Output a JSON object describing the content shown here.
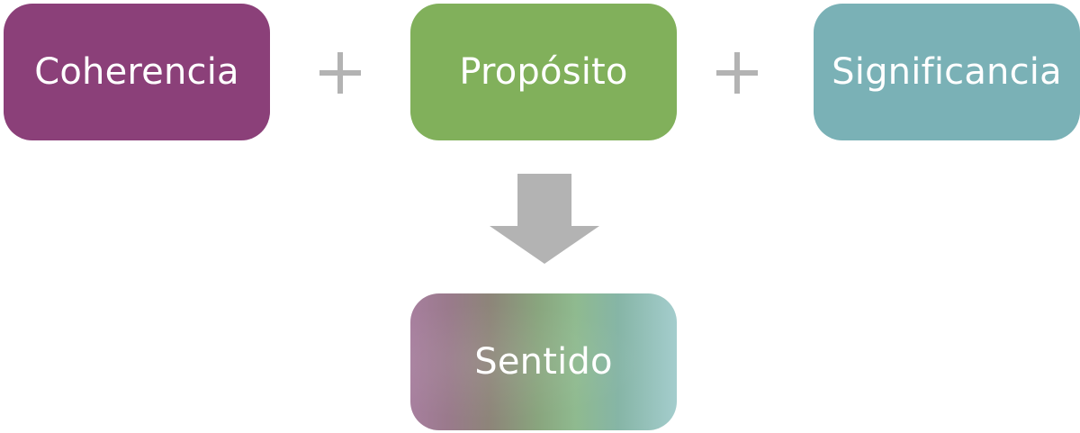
{
  "diagram": {
    "inputs": [
      {
        "label": "Coherencia",
        "color": "#8b4079"
      },
      {
        "label": "Propósito",
        "color": "#81b05b"
      },
      {
        "label": "Significancia",
        "color": "#7ab1b6"
      }
    ],
    "operator_symbol": "plus-icon",
    "connector": "arrow-down-icon",
    "connector_color": "#b3b3b3",
    "result": {
      "label": "Sentido"
    }
  }
}
